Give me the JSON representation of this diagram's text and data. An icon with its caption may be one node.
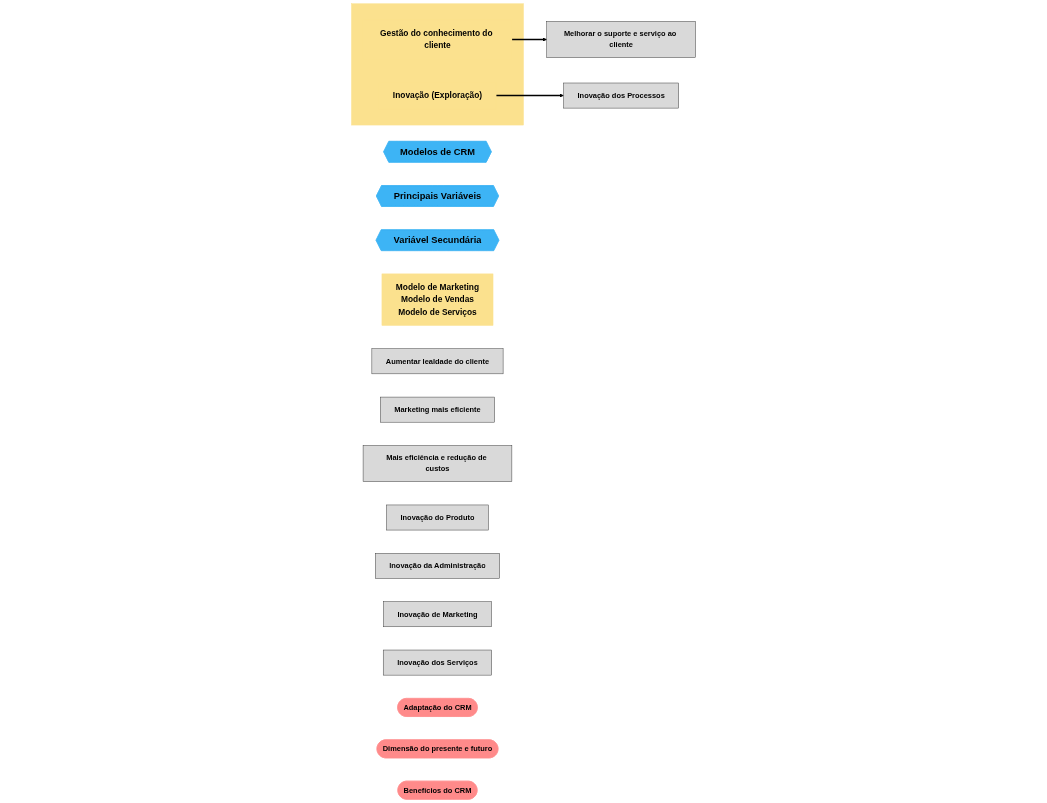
{
  "diagram": {
    "nodes": [
      {
        "text": [
          "Modelos de CRM"
        ]
      },
      {
        "text": [
          "Principais Variáveis"
        ]
      },
      {
        "text": [
          "Variável Secundária"
        ]
      },
      {
        "text": [
          "Modelo de Marketing",
          "Modelo de Vendas",
          "Modelo de Serviços"
        ]
      },
      {
        "text": [],
        "shape": "bar"
      },
      {
        "text": [
          "Gestão do conhecimento do cliente"
        ],
        "in": 4
      },
      {
        "text": [
          "Inovação (Exploração)"
        ],
        "in": 4
      },
      {
        "text": [
          "Aumentar lealdade do cliente"
        ]
      },
      {
        "text": [
          "Marketing mais eficiente"
        ]
      },
      {
        "text": [
          "Melhorar o suporte e serviço ao cliente"
        ]
      },
      {
        "text": [
          "Mais eficiência e redução de custos"
        ]
      },
      {
        "text": [
          "Inovação do Produto"
        ]
      },
      {
        "text": [
          "Inovação dos Processos"
        ]
      },
      {
        "text": [
          "Inovação da Administração"
        ]
      },
      {
        "text": [
          "Inovação de Marketing"
        ]
      },
      {
        "text": [
          "Inovação dos Serviços"
        ]
      },
      {
        "text": [
          "Adaptação do CRM"
        ]
      },
      {
        "text": [
          "Dimensão do presente e futuro"
        ]
      },
      {
        "text": [
          "Benefícios do CRM"
        ]
      }
    ],
    "edges": [
      {
        "from": 5,
        "to": 9,
        "arrow": "to"
      },
      {
        "from": 6,
        "to": 12,
        "arrow": "to"
      }
    ]
  }
}
